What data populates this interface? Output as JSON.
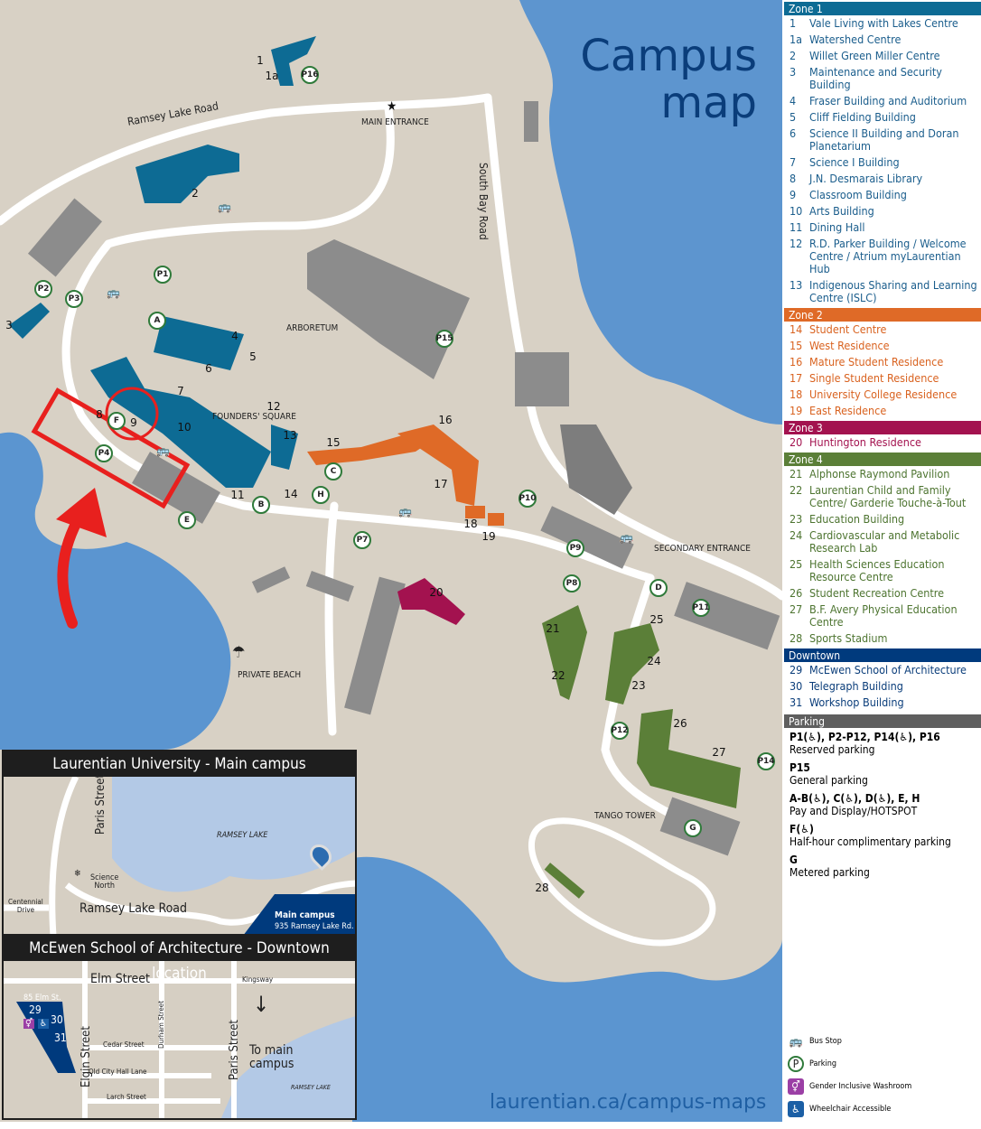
{
  "map": {
    "title_line1": "Campus",
    "title_line2": "map",
    "url": "laurentian.ca/campus-maps",
    "places": [
      "Ramsey Lake Road",
      "MAIN ENTRANCE",
      "South Bay Road",
      "ARBORETUM",
      "FOUNDERS' SQUARE",
      "SECONDARY ENTRANCE",
      "PRIVATE BEACH",
      "TANGO TOWER"
    ],
    "parking_markers": [
      "P16",
      "P2",
      "P3",
      "P1",
      "A",
      "F",
      "P4",
      "E",
      "B",
      "C",
      "H",
      "P7",
      "P15",
      "P10",
      "P9",
      "P8",
      "D",
      "P11",
      "P12",
      "P14",
      "G"
    ],
    "building_numbers": [
      "1",
      "1a",
      "2",
      "3",
      "4",
      "5",
      "6",
      "7",
      "8",
      "9",
      "10",
      "11",
      "12",
      "13",
      "14",
      "15",
      "16",
      "17",
      "18",
      "19",
      "20",
      "21",
      "22",
      "23",
      "24",
      "25",
      "26",
      "27",
      "28"
    ],
    "highlight_color": "#e8201e"
  },
  "inset_main": {
    "title": "Laurentian University - Main campus",
    "paris": "Paris Street",
    "lake": "RAMSEY LAKE",
    "science1": "Science",
    "science2": "North",
    "centennial1": "Centennial",
    "centennial2": "Drive",
    "road": "Ramsey Lake Road",
    "campus": "Main campus",
    "address": "935 Ramsey Lake Rd."
  },
  "inset_downtown": {
    "title": "McEwen School of Architecture - Downtown location",
    "elm": "Elm Street",
    "kingsway": "Kingsway",
    "addr": "85 Elm St.",
    "b29": "29",
    "b30": "30",
    "b31": "31",
    "elgin": "Elgin Street",
    "durham": "Durham Street",
    "paris": "Paris Street",
    "cedar": "Cedar Street",
    "oldcity": "Old City Hall Lane",
    "larch": "Larch Street",
    "to_main": "To main campus",
    "lake": "RAMSEY LAKE"
  },
  "legend": {
    "zones": [
      {
        "name": "Zone 1",
        "color": "#0d6b94",
        "text_color": "#1a5d8c",
        "items": [
          [
            "1",
            "Vale Living with Lakes Centre"
          ],
          [
            "1a",
            "Watershed Centre"
          ],
          [
            "2",
            "Willet Green Miller Centre"
          ],
          [
            "3",
            "Maintenance and Security Building"
          ],
          [
            "4",
            "Fraser Building and Auditorium"
          ],
          [
            "5",
            "Cliff Fielding Building"
          ],
          [
            "6",
            "Science II Building and Doran Planetarium"
          ],
          [
            "7",
            "Science I Building"
          ],
          [
            "8",
            "J.N. Desmarais Library"
          ],
          [
            "9",
            "Classroom Building"
          ],
          [
            "10",
            "Arts Building"
          ],
          [
            "11",
            "Dining Hall"
          ],
          [
            "12",
            "R.D. Parker Building / Welcome Centre / Atrium myLaurentian Hub"
          ],
          [
            "13",
            "Indigenous Sharing and Learning Centre (ISLC)"
          ]
        ]
      },
      {
        "name": "Zone 2",
        "color": "#df6a27",
        "text_color": "#d9621f",
        "items": [
          [
            "14",
            "Student Centre"
          ],
          [
            "15",
            "West Residence"
          ],
          [
            "16",
            "Mature Student Residence"
          ],
          [
            "17",
            "Single Student Residence"
          ],
          [
            "18",
            "University College Residence"
          ],
          [
            "19",
            "East Residence"
          ]
        ]
      },
      {
        "name": "Zone 3",
        "color": "#a3124f",
        "text_color": "#a3124f",
        "items": [
          [
            "20",
            "Huntington Residence"
          ]
        ]
      },
      {
        "name": "Zone 4",
        "color": "#5b7f38",
        "text_color": "#4d7430",
        "items": [
          [
            "21",
            "Alphonse Raymond Pavilion"
          ],
          [
            "22",
            "Laurentian Child and Family Centre/ Garderie Touche-à-Tout"
          ],
          [
            "23",
            "Education Building"
          ],
          [
            "24",
            "Cardiovascular and Metabolic Research Lab"
          ],
          [
            "25",
            "Health Sciences Education Resource Centre"
          ],
          [
            "26",
            "Student Recreation Centre"
          ],
          [
            "27",
            "B.F. Avery Physical Education Centre"
          ],
          [
            "28",
            "Sports Stadium"
          ]
        ]
      },
      {
        "name": "Downtown",
        "color": "#003a7d",
        "text_color": "#0a3d7a",
        "items": [
          [
            "29",
            "McEwen School of Architecture"
          ],
          [
            "30",
            "Telegraph Building"
          ],
          [
            "31",
            "Workshop Building"
          ]
        ]
      }
    ],
    "parking": {
      "header": "Parking",
      "color": "#5f5f5f",
      "entries": [
        {
          "codes": "P1(♿), P2-P12, P14(♿), P16",
          "desc": "Reserved parking"
        },
        {
          "codes": "P15",
          "desc": "General parking"
        },
        {
          "codes": "A-B(♿), C(♿), D(♿), E, H",
          "desc": "Pay and Display/HOTSPOT"
        },
        {
          "codes": "F(♿)",
          "desc": "Half-hour complimentary parking"
        },
        {
          "codes": "G",
          "desc": "Metered parking"
        }
      ]
    },
    "key": [
      {
        "icon": "bus-icon",
        "label": "Bus Stop"
      },
      {
        "icon": "parking-icon",
        "label": "Parking"
      },
      {
        "icon": "gender-inclusive-washroom-icon",
        "label": "Gender Inclusive Washroom"
      },
      {
        "icon": "wheelchair-icon",
        "label": "Wheelchair Accessible"
      }
    ]
  }
}
